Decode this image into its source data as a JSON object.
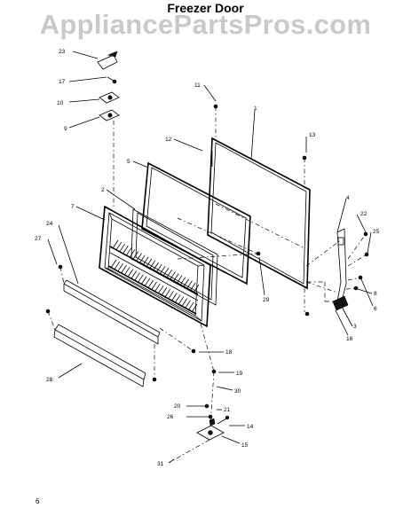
{
  "title": "Freezer Door",
  "watermark": "AppliancePartsPros.com",
  "page_number": "6",
  "callouts": [
    "23",
    "17",
    "10",
    "9",
    "11",
    "1",
    "12",
    "13",
    "5",
    "2",
    "7",
    "4",
    "22",
    "25",
    "24",
    "27",
    "8",
    "6",
    "3",
    "16",
    "29",
    "18",
    "19",
    "30",
    "28",
    "20",
    "26",
    "21",
    "14",
    "15",
    "31"
  ]
}
